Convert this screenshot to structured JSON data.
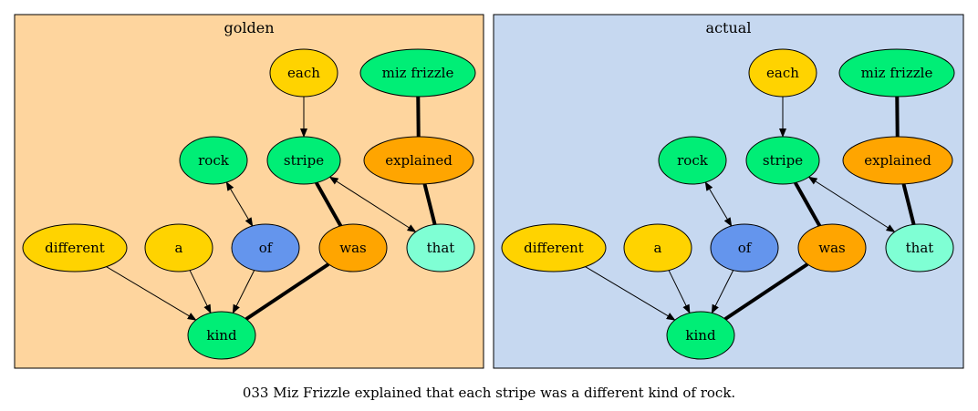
{
  "caption": "033 Miz Frizzle explained that each stripe was a different kind of rock.",
  "colors": {
    "golden_bg": "#fed59e",
    "actual_bg": "#c6d8f0",
    "yellow": "#ffd300",
    "green": "#00ee76",
    "orange": "#ffa500",
    "blue": "#6495ed",
    "aqua": "#7fffd4"
  },
  "clusters": [
    {
      "id": "golden",
      "label": "golden",
      "nodes": [
        {
          "id": "each",
          "label": "each",
          "color": "yellow"
        },
        {
          "id": "mizfrizzle",
          "label": "miz frizzle",
          "color": "green"
        },
        {
          "id": "rock",
          "label": "rock",
          "color": "green"
        },
        {
          "id": "stripe",
          "label": "stripe",
          "color": "green"
        },
        {
          "id": "explained",
          "label": "explained",
          "color": "orange"
        },
        {
          "id": "different",
          "label": "different",
          "color": "yellow"
        },
        {
          "id": "a",
          "label": "a",
          "color": "yellow"
        },
        {
          "id": "of",
          "label": "of",
          "color": "blue"
        },
        {
          "id": "was",
          "label": "was",
          "color": "orange"
        },
        {
          "id": "that",
          "label": "that",
          "color": "aqua"
        },
        {
          "id": "kind",
          "label": "kind",
          "color": "green"
        }
      ],
      "edges": [
        {
          "from": "each",
          "to": "stripe",
          "style": "arrow"
        },
        {
          "from": "mizfrizzle",
          "to": "explained",
          "style": "bold"
        },
        {
          "from": "explained",
          "to": "that",
          "style": "bold"
        },
        {
          "from": "that",
          "to": "stripe",
          "style": "double-arrow"
        },
        {
          "from": "stripe",
          "to": "was",
          "style": "bold"
        },
        {
          "from": "rock",
          "to": "of",
          "style": "double-arrow"
        },
        {
          "from": "different",
          "to": "kind",
          "style": "arrow"
        },
        {
          "from": "a",
          "to": "kind",
          "style": "arrow"
        },
        {
          "from": "of",
          "to": "kind",
          "style": "arrow"
        },
        {
          "from": "was",
          "to": "kind",
          "style": "bold"
        }
      ]
    },
    {
      "id": "actual",
      "label": "actual",
      "nodes": [
        {
          "id": "each",
          "label": "each",
          "color": "yellow"
        },
        {
          "id": "mizfrizzle",
          "label": "miz frizzle",
          "color": "green"
        },
        {
          "id": "rock",
          "label": "rock",
          "color": "green"
        },
        {
          "id": "stripe",
          "label": "stripe",
          "color": "green"
        },
        {
          "id": "explained",
          "label": "explained",
          "color": "orange"
        },
        {
          "id": "different",
          "label": "different",
          "color": "yellow"
        },
        {
          "id": "a",
          "label": "a",
          "color": "yellow"
        },
        {
          "id": "of",
          "label": "of",
          "color": "blue"
        },
        {
          "id": "was",
          "label": "was",
          "color": "orange"
        },
        {
          "id": "that",
          "label": "that",
          "color": "aqua"
        },
        {
          "id": "kind",
          "label": "kind",
          "color": "green"
        }
      ],
      "edges": [
        {
          "from": "each",
          "to": "stripe",
          "style": "arrow"
        },
        {
          "from": "mizfrizzle",
          "to": "explained",
          "style": "bold"
        },
        {
          "from": "explained",
          "to": "that",
          "style": "bold"
        },
        {
          "from": "that",
          "to": "stripe",
          "style": "double-arrow"
        },
        {
          "from": "stripe",
          "to": "was",
          "style": "bold"
        },
        {
          "from": "rock",
          "to": "of",
          "style": "double-arrow"
        },
        {
          "from": "different",
          "to": "kind",
          "style": "arrow"
        },
        {
          "from": "a",
          "to": "kind",
          "style": "arrow"
        },
        {
          "from": "of",
          "to": "kind",
          "style": "arrow"
        },
        {
          "from": "was",
          "to": "kind",
          "style": "bold"
        }
      ]
    }
  ]
}
